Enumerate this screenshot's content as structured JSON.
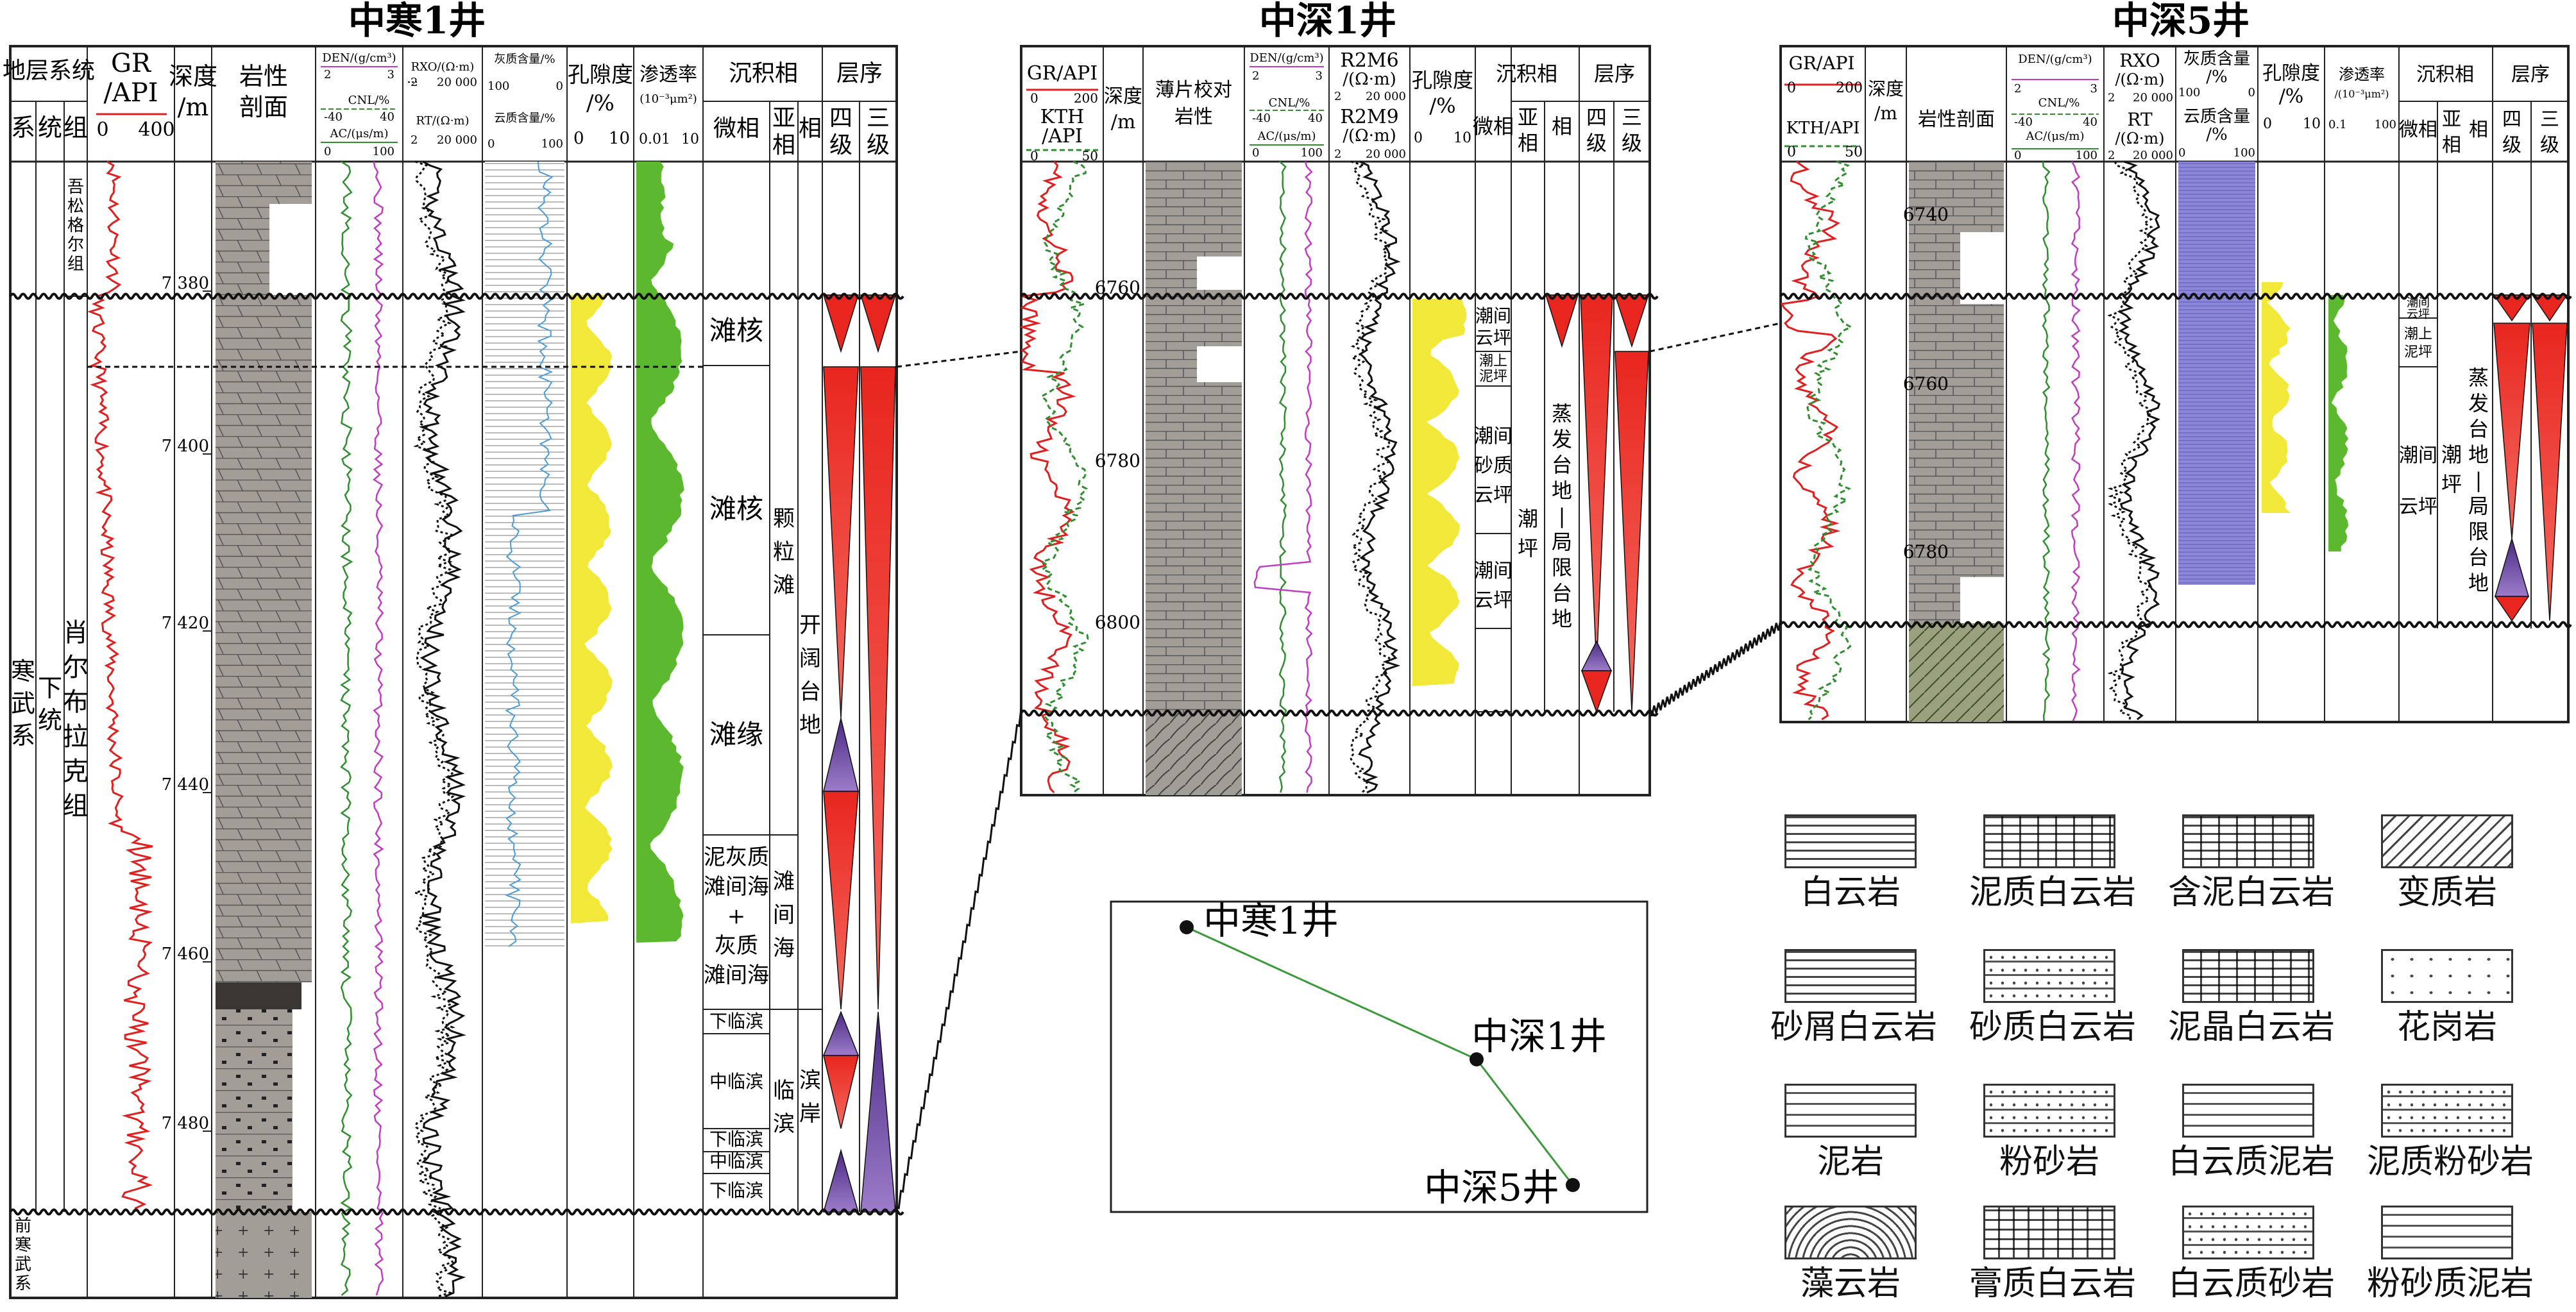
{
  "well_titles": {
    "zh1": "中寒1井",
    "zs1": "中深1井",
    "zs5": "中深5井"
  },
  "zh1": {
    "headers": {
      "strata": "地层系统",
      "sys": "系",
      "series": "统",
      "formation": "组",
      "gr_top": "GR",
      "gr_bottom": "/API",
      "gr_scale_min": "0",
      "gr_scale_max": "400",
      "depth_top": "深度",
      "depth_bottom": "/m",
      "litho_top": "岩性",
      "litho_bottom": "剖面",
      "den": "DEN/(g/cm³)",
      "den_min": "2",
      "den_max": "3",
      "cnl": "CNL/%",
      "cnl_min": "-40",
      "cnl_max": "40",
      "ac": "AC/(μs/m)",
      "ac_min": "0",
      "ac_max": "100",
      "rxo": "RXO/(Ω·m)",
      "rxo_min": "2",
      "rxo_max": "20 000",
      "rt": "RT/(Ω·m)",
      "rt_min": "2",
      "rt_max": "20 000",
      "lime": "灰质含量/%",
      "lime_min": "100",
      "lime_max": "0",
      "dolo": "云质含量/%",
      "dolo_min": "0",
      "dolo_max": "100",
      "por_top": "孔隙度",
      "por_bottom": "/%",
      "por_min": "0",
      "por_max": "10",
      "perm": "渗透率",
      "perm_unit": "(10⁻³μm²)",
      "perm_min": "0.01",
      "perm_max": "10",
      "facies": "沉积相",
      "micro": "微相",
      "sub_top": "亚",
      "sub_bottom": "相",
      "phase": "相",
      "seq": "层序",
      "fourth_top": "四",
      "fourth_bottom": "级",
      "third_top": "三",
      "third_bottom": "级"
    },
    "system": "寒武系",
    "series_name": "下统",
    "formation_upper": "吾松格尔组",
    "formation_lower": "肖尔布拉克组",
    "pre_cambrian": "前寒武系",
    "depths": [
      "7 380",
      "7 400",
      "7 420",
      "7 440",
      "7 460",
      "7 480"
    ],
    "micro_facies": [
      "滩核",
      "滩核",
      "滩缘",
      "泥灰质",
      "滩间海",
      "+",
      "灰质",
      "滩间海",
      "下临滨",
      "中临滨",
      "下临滨",
      "中临滨",
      "下临滨"
    ],
    "sub_facies": [
      "颗粒滩",
      "滩间海",
      "临滨"
    ],
    "facies_names": [
      "开阔台地",
      "滨岸"
    ]
  },
  "zs1": {
    "headers": {
      "gr": "GR/API",
      "gr_min": "0",
      "gr_max": "200",
      "kth": "KTH",
      "kth_bottom": "/API",
      "kth_min": "0",
      "kth_max": "50",
      "depth_top": "深度",
      "depth_bottom": "/m",
      "litho_a": "薄片校对",
      "litho_b": "岩性",
      "den": "DEN/(g/cm³)",
      "den_min": "2",
      "den_max": "3",
      "cnl": "CNL/%",
      "cnl_min": "-40",
      "cnl_max": "40",
      "ac": "AC/(μs/m)",
      "ac_min": "0",
      "ac_max": "100",
      "r2m6": "R2M6",
      "r2m6_unit": "/(Ω·m)",
      "r2m6_min": "2",
      "r2m6_max": "20 000",
      "r2m9": "R2M9",
      "r2m9_unit": "/(Ω·m)",
      "r2m9_min": "2",
      "r2m9_max": "20 000",
      "por_top": "孔隙度",
      "por_bottom": "/%",
      "por_min": "0",
      "por_max": "10",
      "facies": "沉积相",
      "micro": "微相",
      "sub_top": "亚",
      "sub_bottom": "相",
      "phase": "相",
      "seq": "层序",
      "fourth_top": "四",
      "fourth_bottom": "级",
      "third_top": "三",
      "third_bottom": "级"
    },
    "depths": [
      "6760",
      "6780",
      "6800"
    ],
    "micro_facies": [
      "潮间",
      "云坪",
      "潮上",
      "泥坪",
      "潮间",
      "砂质",
      "云坪",
      "潮间",
      "云坪"
    ],
    "sub_facies": [
      "潮",
      "坪"
    ],
    "facies_text": [
      "蒸",
      "发",
      "台",
      "地",
      "|",
      "局",
      "限",
      "台",
      "地"
    ]
  },
  "zs5": {
    "headers": {
      "gr": "GR/API",
      "gr_min": "0",
      "gr_max": "200",
      "kth": "KTH/API",
      "kth_min": "0",
      "kth_max": "50",
      "depth_top": "深度",
      "depth_bottom": "/m",
      "litho": "岩性剖面",
      "den": "DEN/(g/cm³)",
      "den_min": "2",
      "den_max": "3",
      "cnl": "CNL/%",
      "cnl_min": "-40",
      "cnl_max": "40",
      "ac": "AC/(μs/m)",
      "ac_min": "0",
      "ac_max": "100",
      "rxo": "RXO",
      "rxo_unit": "/(Ω·m)",
      "rxo_min": "2",
      "rxo_max": "20 000",
      "rt": "RT",
      "rt_unit": "/(Ω·m)",
      "rt_min": "2",
      "rt_max": "20 000",
      "lime": "灰质含量",
      "lime_unit": "/%",
      "lime_min": "100",
      "lime_max": "0",
      "dolo": "云质含量",
      "dolo_unit": "/%",
      "dolo_min": "0",
      "dolo_max": "100",
      "por_top": "孔隙度",
      "por_bottom": "/%",
      "por_min": "0",
      "por_max": "10",
      "perm": "渗透率",
      "perm_unit": "/(10⁻³μm²)",
      "perm_min": "0.1",
      "perm_max": "100",
      "facies": "沉积相",
      "micro": "微相",
      "sub_top": "亚",
      "sub_bottom": "相",
      "phase": "相",
      "seq": "层序",
      "fourth_top": "四",
      "fourth_bottom": "级",
      "third_top": "三",
      "third_bottom": "级"
    },
    "depths": [
      "6740",
      "6760",
      "6780"
    ],
    "micro_facies": [
      "潮间",
      "云坪",
      "潮上",
      "泥坪",
      "潮",
      "间",
      "云",
      "坪"
    ],
    "sub_facies": [
      "潮",
      "坪"
    ],
    "facies_text": [
      "蒸",
      "发",
      "台",
      "地",
      "|",
      "局",
      "限",
      "台",
      "地"
    ]
  },
  "location_map": {
    "points": [
      "中寒1井",
      "中深1井",
      "中深5井"
    ]
  },
  "legend": [
    "白云岩",
    "泥质白云岩",
    "含泥白云岩",
    "变质岩",
    "砂屑白云岩",
    "砂质白云岩",
    "泥晶白云岩",
    "花岗岩",
    "泥岩",
    "粉砂岩",
    "白云质泥岩",
    "泥质粉砂岩",
    "藻云岩",
    "膏质白云岩",
    "白云质砂岩",
    "粉砂质泥岩"
  ],
  "colors": {
    "gr": "#e02020",
    "den": "#c03cc0",
    "cnl": "#2f8f2f",
    "lith": "#a39d98",
    "porosity": "#f2e83a",
    "perm": "#5cb82e",
    "seq_red": "#e8261f",
    "seq_purple": "#6b3fa0",
    "dolo_fill": "#8c87d8"
  }
}
